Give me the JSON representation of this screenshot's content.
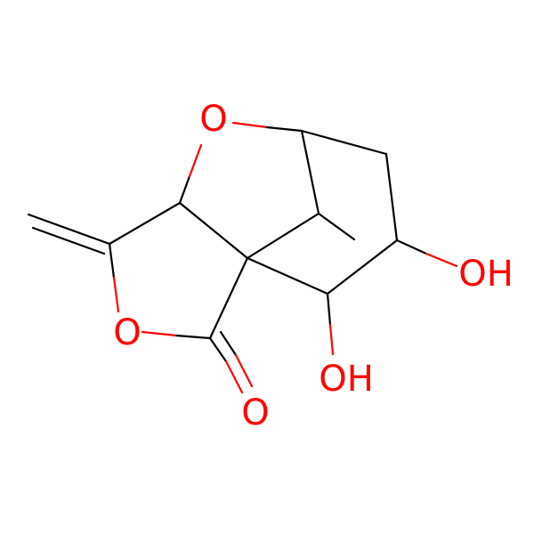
{
  "molecule": {
    "atoms": [
      {
        "id": "O_ether",
        "label": "O",
        "color": "#ff0000"
      },
      {
        "id": "O_lactone",
        "label": "O",
        "color": "#ff0000"
      },
      {
        "id": "O_carbonyl",
        "label": "O",
        "color": "#ff0000"
      },
      {
        "id": "OH_right",
        "label": "OH",
        "color": "#ff0000"
      },
      {
        "id": "OH_bottom",
        "label": "OH",
        "color": "#ff0000"
      }
    ],
    "bond_color": "#000000"
  }
}
